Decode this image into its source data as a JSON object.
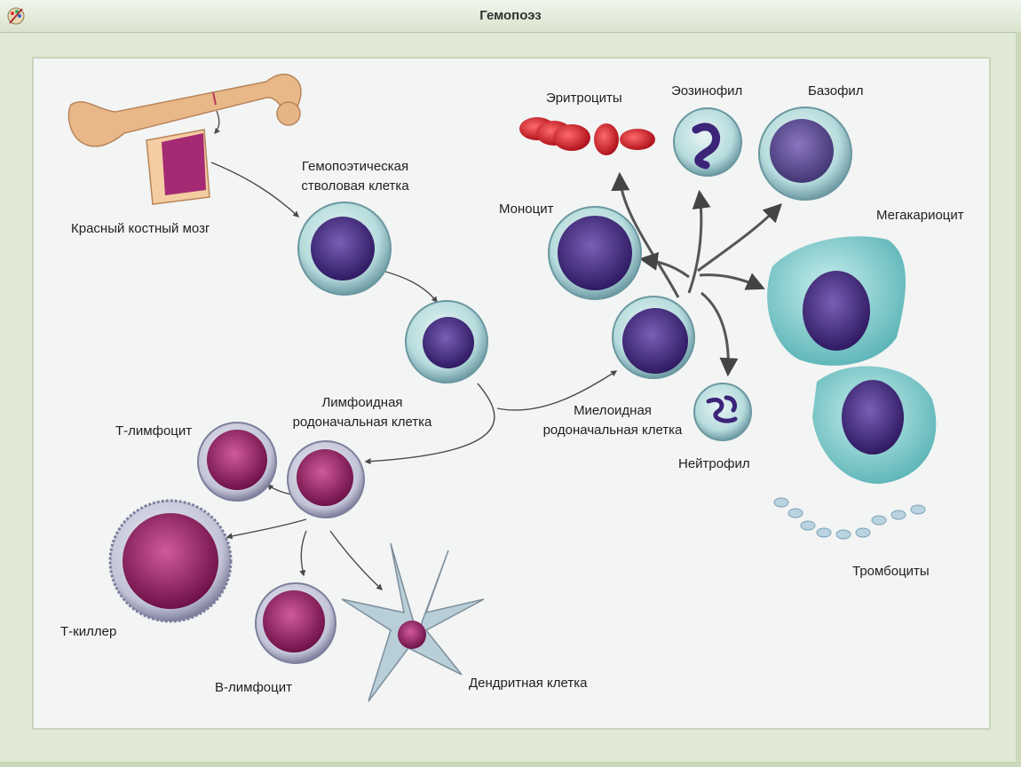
{
  "window": {
    "title": "Гемопоэз",
    "app_icon": "palette-icon"
  },
  "labels": {
    "bone_marrow": "Красный костный мозг",
    "stem_cell_1": "Гемопоэтическая",
    "stem_cell_2": "стволовая клетка",
    "lymphoid_1": "Лимфоидная",
    "lymphoid_2": "родоначальная клетка",
    "myeloid_1": "Миелоидная",
    "myeloid_2": "родоначальная клетка",
    "erythrocytes": "Эритроциты",
    "eosinophil": "Эозинофил",
    "basophil": "Базофил",
    "monocyte": "Моноцит",
    "megakaryocyte": "Мегакариоцит",
    "neutrophil": "Нейтрофил",
    "platelets": "Тромбоциты",
    "t_lymphocyte": "Т-лимфоцит",
    "t_killer": "Т-киллер",
    "b_lymphocyte": "В-лимфоцит",
    "dendritic_cell": "Дендритная клетка"
  },
  "colors": {
    "background": "#dfe9d3",
    "panel": "#f3f4f4",
    "cell_membrane": "#a9d3d6",
    "nucleus_purple": "#4a2c86",
    "lymph_nucleus": "#9c2a6a",
    "erythrocyte_red": "#d4232c",
    "megakaryocyte_cyan": "#7fcfd0",
    "arrow": "#444444"
  }
}
